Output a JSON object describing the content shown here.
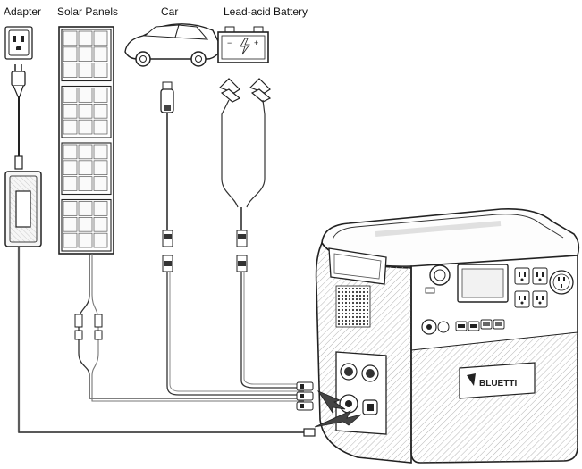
{
  "labels": {
    "adapter": "Adapter",
    "solar_panels": "Solar Panels",
    "car": "Car",
    "battery": "Lead-acid Battery"
  },
  "brand": "BLUETTI",
  "colors": {
    "line": "#1a1a1a",
    "cable": "#2a2a2a",
    "hatch": "#9a9a9a",
    "panel_fill": "#f4f4f4"
  },
  "icons": [
    "wall-outlet-icon",
    "plug-icon",
    "power-brick-icon",
    "solar-panel-icon",
    "car-icon",
    "battery-icon",
    "alligator-clip-icon",
    "power-station-icon",
    "arrow-icon"
  ]
}
